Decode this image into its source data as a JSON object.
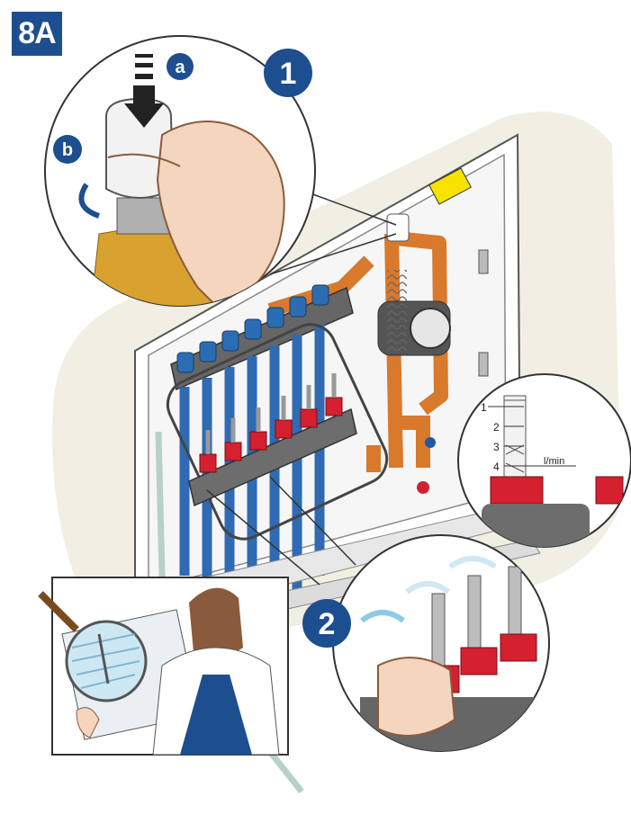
{
  "step_label": "8A",
  "callouts": {
    "step1": "1",
    "step2": "2",
    "sub_a": "a",
    "sub_b": "b"
  },
  "gauge": {
    "ticks": [
      "1",
      "2",
      "3",
      "4"
    ],
    "unit": "l/min"
  },
  "colors": {
    "brand_blue": "#1d4e8f",
    "valve_blue": "#2b6db3",
    "valve_red": "#d4202f",
    "copper": "#d9792b",
    "brass": "#d9a230",
    "wall": "#f1efe3",
    "rotate_arrow": "#8ecae6"
  }
}
